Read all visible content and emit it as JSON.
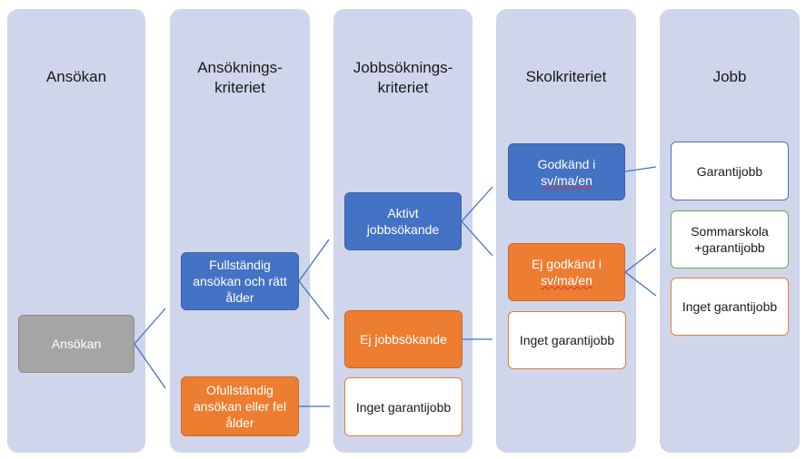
{
  "columns": {
    "ansokan": "Ansökan",
    "ansokningskriteriet_1": "Ansöknings-",
    "ansokningskriteriet_2": "kriteriet",
    "jobbsokningskriteriet_1": "Jobbsöknings-",
    "jobbsokningskriteriet_2": "kriteriet",
    "skolkriteriet": "Skolkriteriet",
    "jobb": "Jobb"
  },
  "boxes": {
    "ansokan": "Ansökan",
    "fullstandig_1": "Fullständig",
    "fullstandig_2": "ansökan och rätt",
    "fullstandig_3": "ålder",
    "ofullstandig_1": "Ofullständig",
    "ofullstandig_2": "ansökan eller fel",
    "ofullstandig_3": "ålder",
    "aktivt_1": "Aktivt",
    "aktivt_2": "jobbsökande",
    "ej_jobbsokande": "Ej jobbsökande",
    "inget_garantijobb_1": "Inget garantijobb",
    "godkand_1": "Godkänd i",
    "godkand_2": "sv/ma/en",
    "ej_godkand_1": "Ej godkänd i",
    "ej_godkand_2": "sv/ma/en",
    "inget_garantijobb_2": "Inget garantijobb",
    "garantijobb": "Garantijobb",
    "sommarskola_1": "Sommarskola",
    "sommarskola_2": "+garantijobb",
    "inget_garantijobb_3": "Inget garantijobb"
  },
  "colors": {
    "column_bg": "#cfd5ea",
    "blue": "#4472c4",
    "orange": "#ed7d31",
    "gray": "#a5a5a5",
    "green": "#70ad47",
    "connector": "#4472c4"
  }
}
